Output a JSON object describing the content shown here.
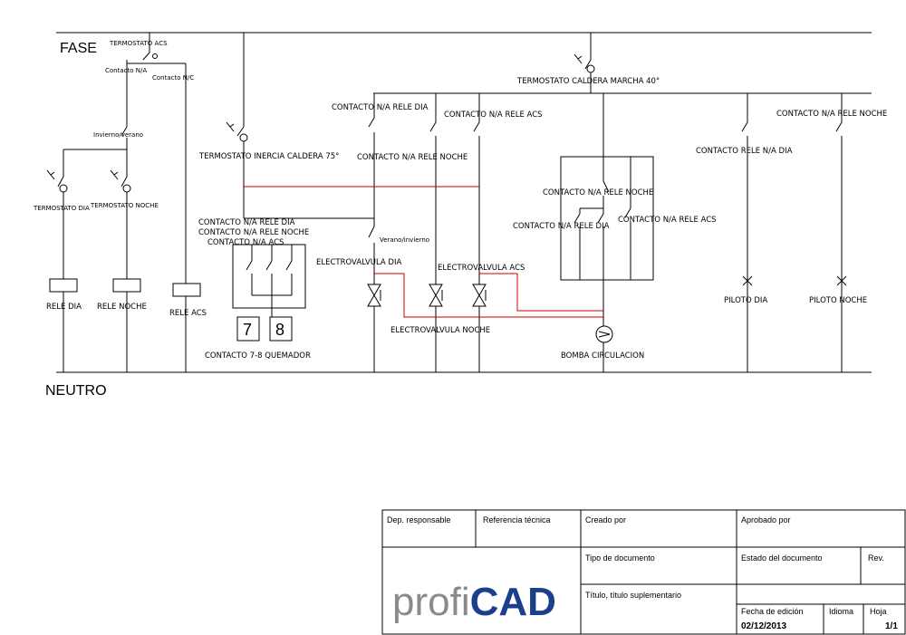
{
  "bus": {
    "fase": "FASE",
    "neutro": "NEUTRO"
  },
  "labels": {
    "termostato_acs": "TERMOSTATO ACS",
    "contacto_na": "Contacto N/A",
    "contacto_nc": "Contacto N/C",
    "invierno_verano": "Invierno/verano",
    "termostato_dia": "TERMOSTATO DIA",
    "termostato_noche": "TERMOSTATO NOCHE",
    "rele_dia": "RELE DIA",
    "rele_noche": "RELE NOCHE",
    "rele_acs": "RELE ACS",
    "termostato_inercia": "TERMOSTATO INERCIA CALDERA 75°",
    "contacto_na_rele_dia_a": "CONTACTO N/A RELE DIA",
    "contacto_na_rele_noche_a": "CONTACTO N/A RELE NOCHE",
    "contacto_na_acs_a": "CONTACTO N/A ACS",
    "box_7": "7",
    "box_8": "8",
    "contacto_quemador": "CONTACTO 7-8 QUEMADOR",
    "contacto_na_rele_dia_b": "CONTACTO N/A RELE DIA",
    "contacto_na_rele_noche_b": "CONTACTO N/A RELE NOCHE",
    "contacto_na_rele_acs_b": "CONTACTO N/A RELE ACS",
    "verano_invierno": "Verano/invierno",
    "electrovalvula_dia": "ELECTROVALVULA DIA",
    "electrovalvula_acs": "ELECTROVALVULA ACS",
    "electrovalvula_noche": "ELECTROVALVULA NOCHE",
    "termostato_caldera": "TERMOSTATO CALDERA MARCHA 40°",
    "contacto_na_rele_noche_c": "CONTACTO N/A RELE NOCHE",
    "contacto_na_rele_dia_c": "CONTACTO N/A RELE DIA",
    "contacto_na_rele_acs_c": "CONTACTO N/A RELE ACS",
    "bomba": "BOMBA CIRCULACION",
    "contacto_rele_dia_d": "CONTACTO RELE N/A DIA",
    "contacto_na_rele_noche_d": "CONTACTO N/A RELE NOCHE",
    "piloto_dia": "PILOTO DIA",
    "piloto_noche": "PILOTO NOCHE"
  },
  "title_block": {
    "dep_responsable": "Dep. responsable",
    "referencia_tecnica": "Referencia técnica",
    "creado_por": "Creado por",
    "aprobado_por": "Aprobado por",
    "tipo_documento": "Tipo de documento",
    "estado_documento": "Estado del documento",
    "rev": "Rev.",
    "titulo": "Título, título suplementario",
    "fecha_label": "Fecha de edición",
    "fecha_value": "02/12/2013",
    "idioma": "Idioma",
    "hoja_label": "Hoja",
    "hoja_value": "1/1",
    "logo_profi": "profi",
    "logo_cad": "CAD"
  },
  "colors": {
    "line": "#000000",
    "wire_red": "#cc0000",
    "logo_blue": "#1c3f8c",
    "logo_grey": "#8a8a8a"
  }
}
